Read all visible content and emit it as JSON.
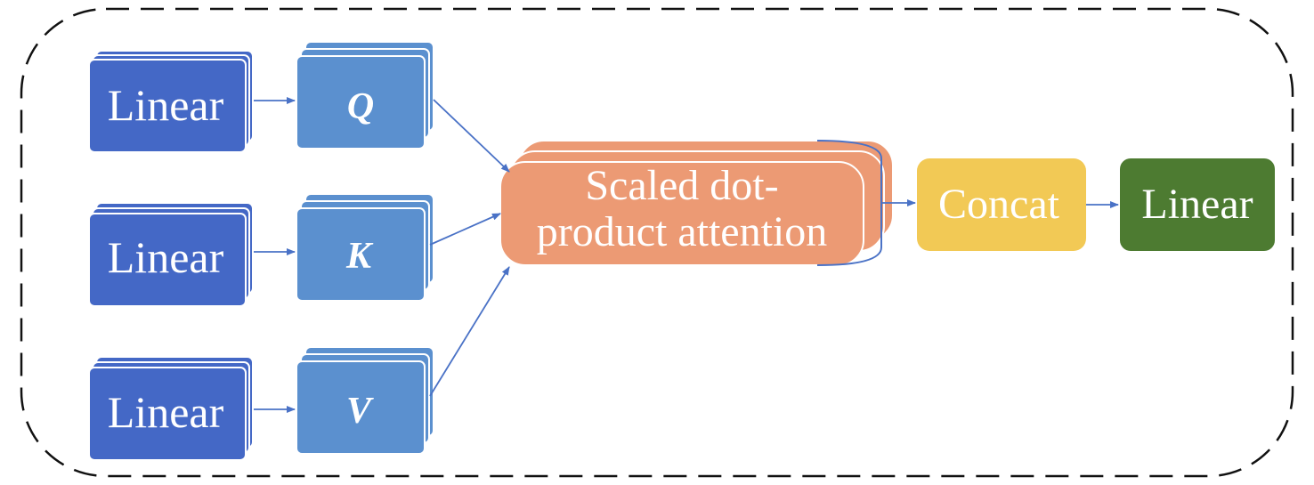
{
  "colors": {
    "linear_blue": "#4468c6",
    "qkv_blue": "#5b90cf",
    "attention_orange": "#ec9a74",
    "concat_yellow": "#f2c955",
    "linear_green": "#4d7b31",
    "arrow": "#4a72c6",
    "dashed_border": "#111111"
  },
  "nodes": {
    "linear_q": {
      "label": "Linear"
    },
    "linear_k": {
      "label": "Linear"
    },
    "linear_v": {
      "label": "Linear"
    },
    "q": {
      "label": "Q"
    },
    "k": {
      "label": "K"
    },
    "v": {
      "label": "V"
    },
    "attention": {
      "line1": "Scaled dot-",
      "line2": "product attention"
    },
    "concat": {
      "label": "Concat"
    },
    "linear_out": {
      "label": "Linear"
    }
  }
}
